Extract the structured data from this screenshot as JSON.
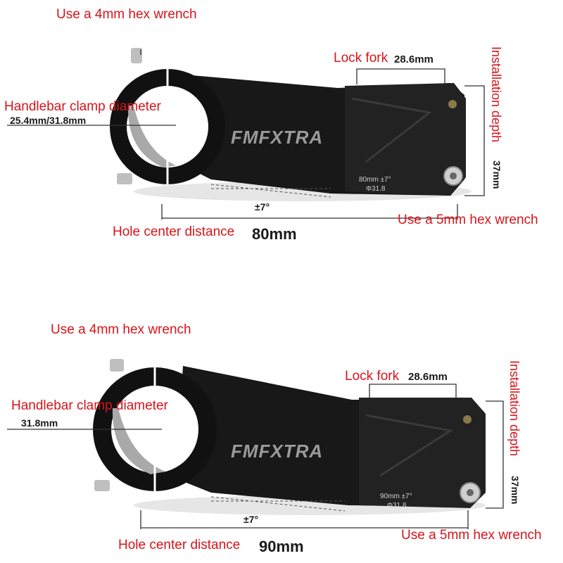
{
  "panels": [
    {
      "wrench_top": "Use a 4mm hex wrench",
      "lock_fork": "Lock fork",
      "lock_fork_value": "28.6mm",
      "clamp_label": "Handlebar clamp diameter",
      "clamp_value": "25.4mm/31.8mm",
      "brand": "FMFXTRA",
      "spec_line1": "80mm ±7°",
      "spec_line2": "Φ31.8",
      "angle": "±7°",
      "wrench_bottom": "Use a 5mm hex wrench",
      "hole_label": "Hole center distance",
      "hole_value": "80mm",
      "depth_label": "Installation depth",
      "depth_value": "37mm"
    },
    {
      "wrench_top": "Use a 4mm hex wrench",
      "lock_fork": "Lock fork",
      "lock_fork_value": "28.6mm",
      "clamp_label": "Handlebar clamp diameter",
      "clamp_value": "31.8mm",
      "brand": "FMFXTRA",
      "spec_line1": "90mm ±7°",
      "spec_line2": "Φ31.8",
      "angle": "±7°",
      "wrench_bottom": "Use a 5mm hex wrench",
      "hole_label": "Hole center distance",
      "hole_value": "90mm",
      "depth_label": "Installation depth",
      "depth_value": "37mm"
    }
  ],
  "colors": {
    "annotation": "#d8141b",
    "stem": "#151515",
    "line": "#333333"
  }
}
